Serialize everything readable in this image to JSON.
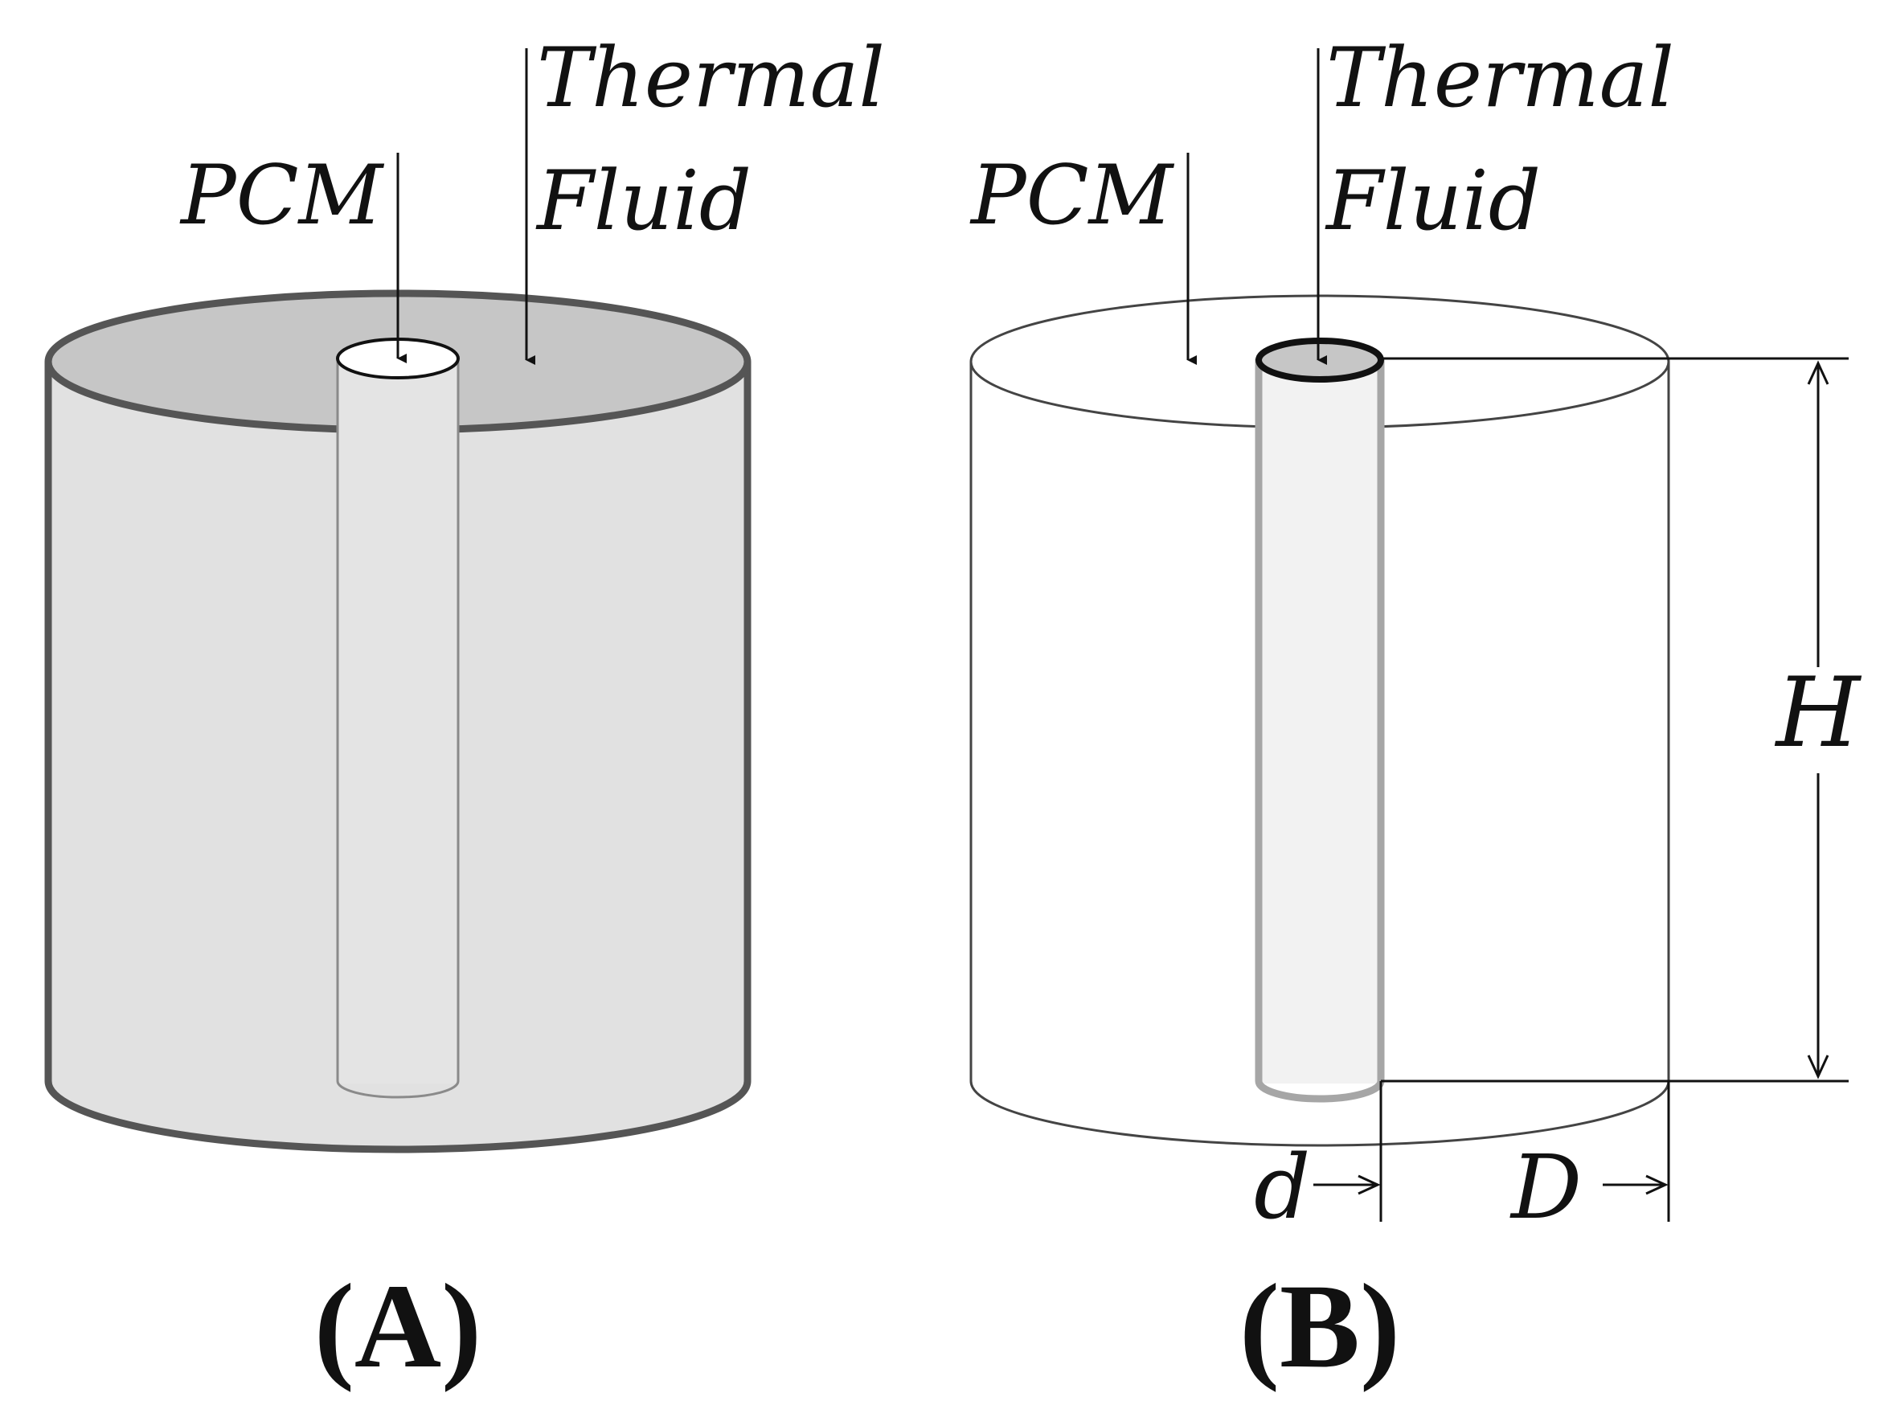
{
  "panel_a": {
    "caption": "(A)",
    "pcm_label": "PCM",
    "fluid_label_line1": "Thermal",
    "fluid_label_line2": "Fluid"
  },
  "panel_b": {
    "caption": "(B)",
    "pcm_label": "PCM",
    "fluid_label_line1": "Thermal",
    "fluid_label_line2": "Fluid",
    "dim_height": "H",
    "dim_outer": "D",
    "dim_inner": "d"
  },
  "colors": {
    "outline": "#111111",
    "body_fill": "#e1e1e1",
    "top_fill": "#c6c6c6",
    "dark_edge": "#555555",
    "tube_edge": "#a6a6a6",
    "tube_fill": "#f2f2f2"
  }
}
